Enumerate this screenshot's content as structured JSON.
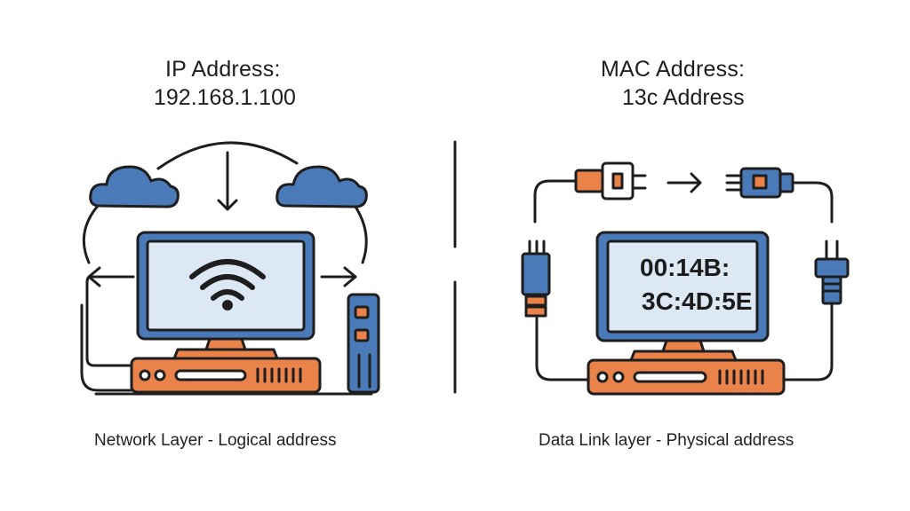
{
  "left": {
    "title": "IP Address:",
    "value": "192.168.1.100",
    "caption": "Network Layer - Logical address"
  },
  "right": {
    "title": "MAC Address:",
    "value": "13c Address",
    "screen_line1": "00:14B:",
    "screen_line2": "3C:4D:5E",
    "caption": "Data Link layer - Physical address"
  },
  "colors": {
    "blue": "#4a7ab8",
    "screen": "#dce9f5",
    "orange": "#e9834a",
    "line": "#1e1e1e"
  },
  "icons": [
    "cloud-icon",
    "wifi-icon",
    "monitor-icon",
    "router-icon",
    "ethernet-plug-icon",
    "power-plug-icon"
  ]
}
